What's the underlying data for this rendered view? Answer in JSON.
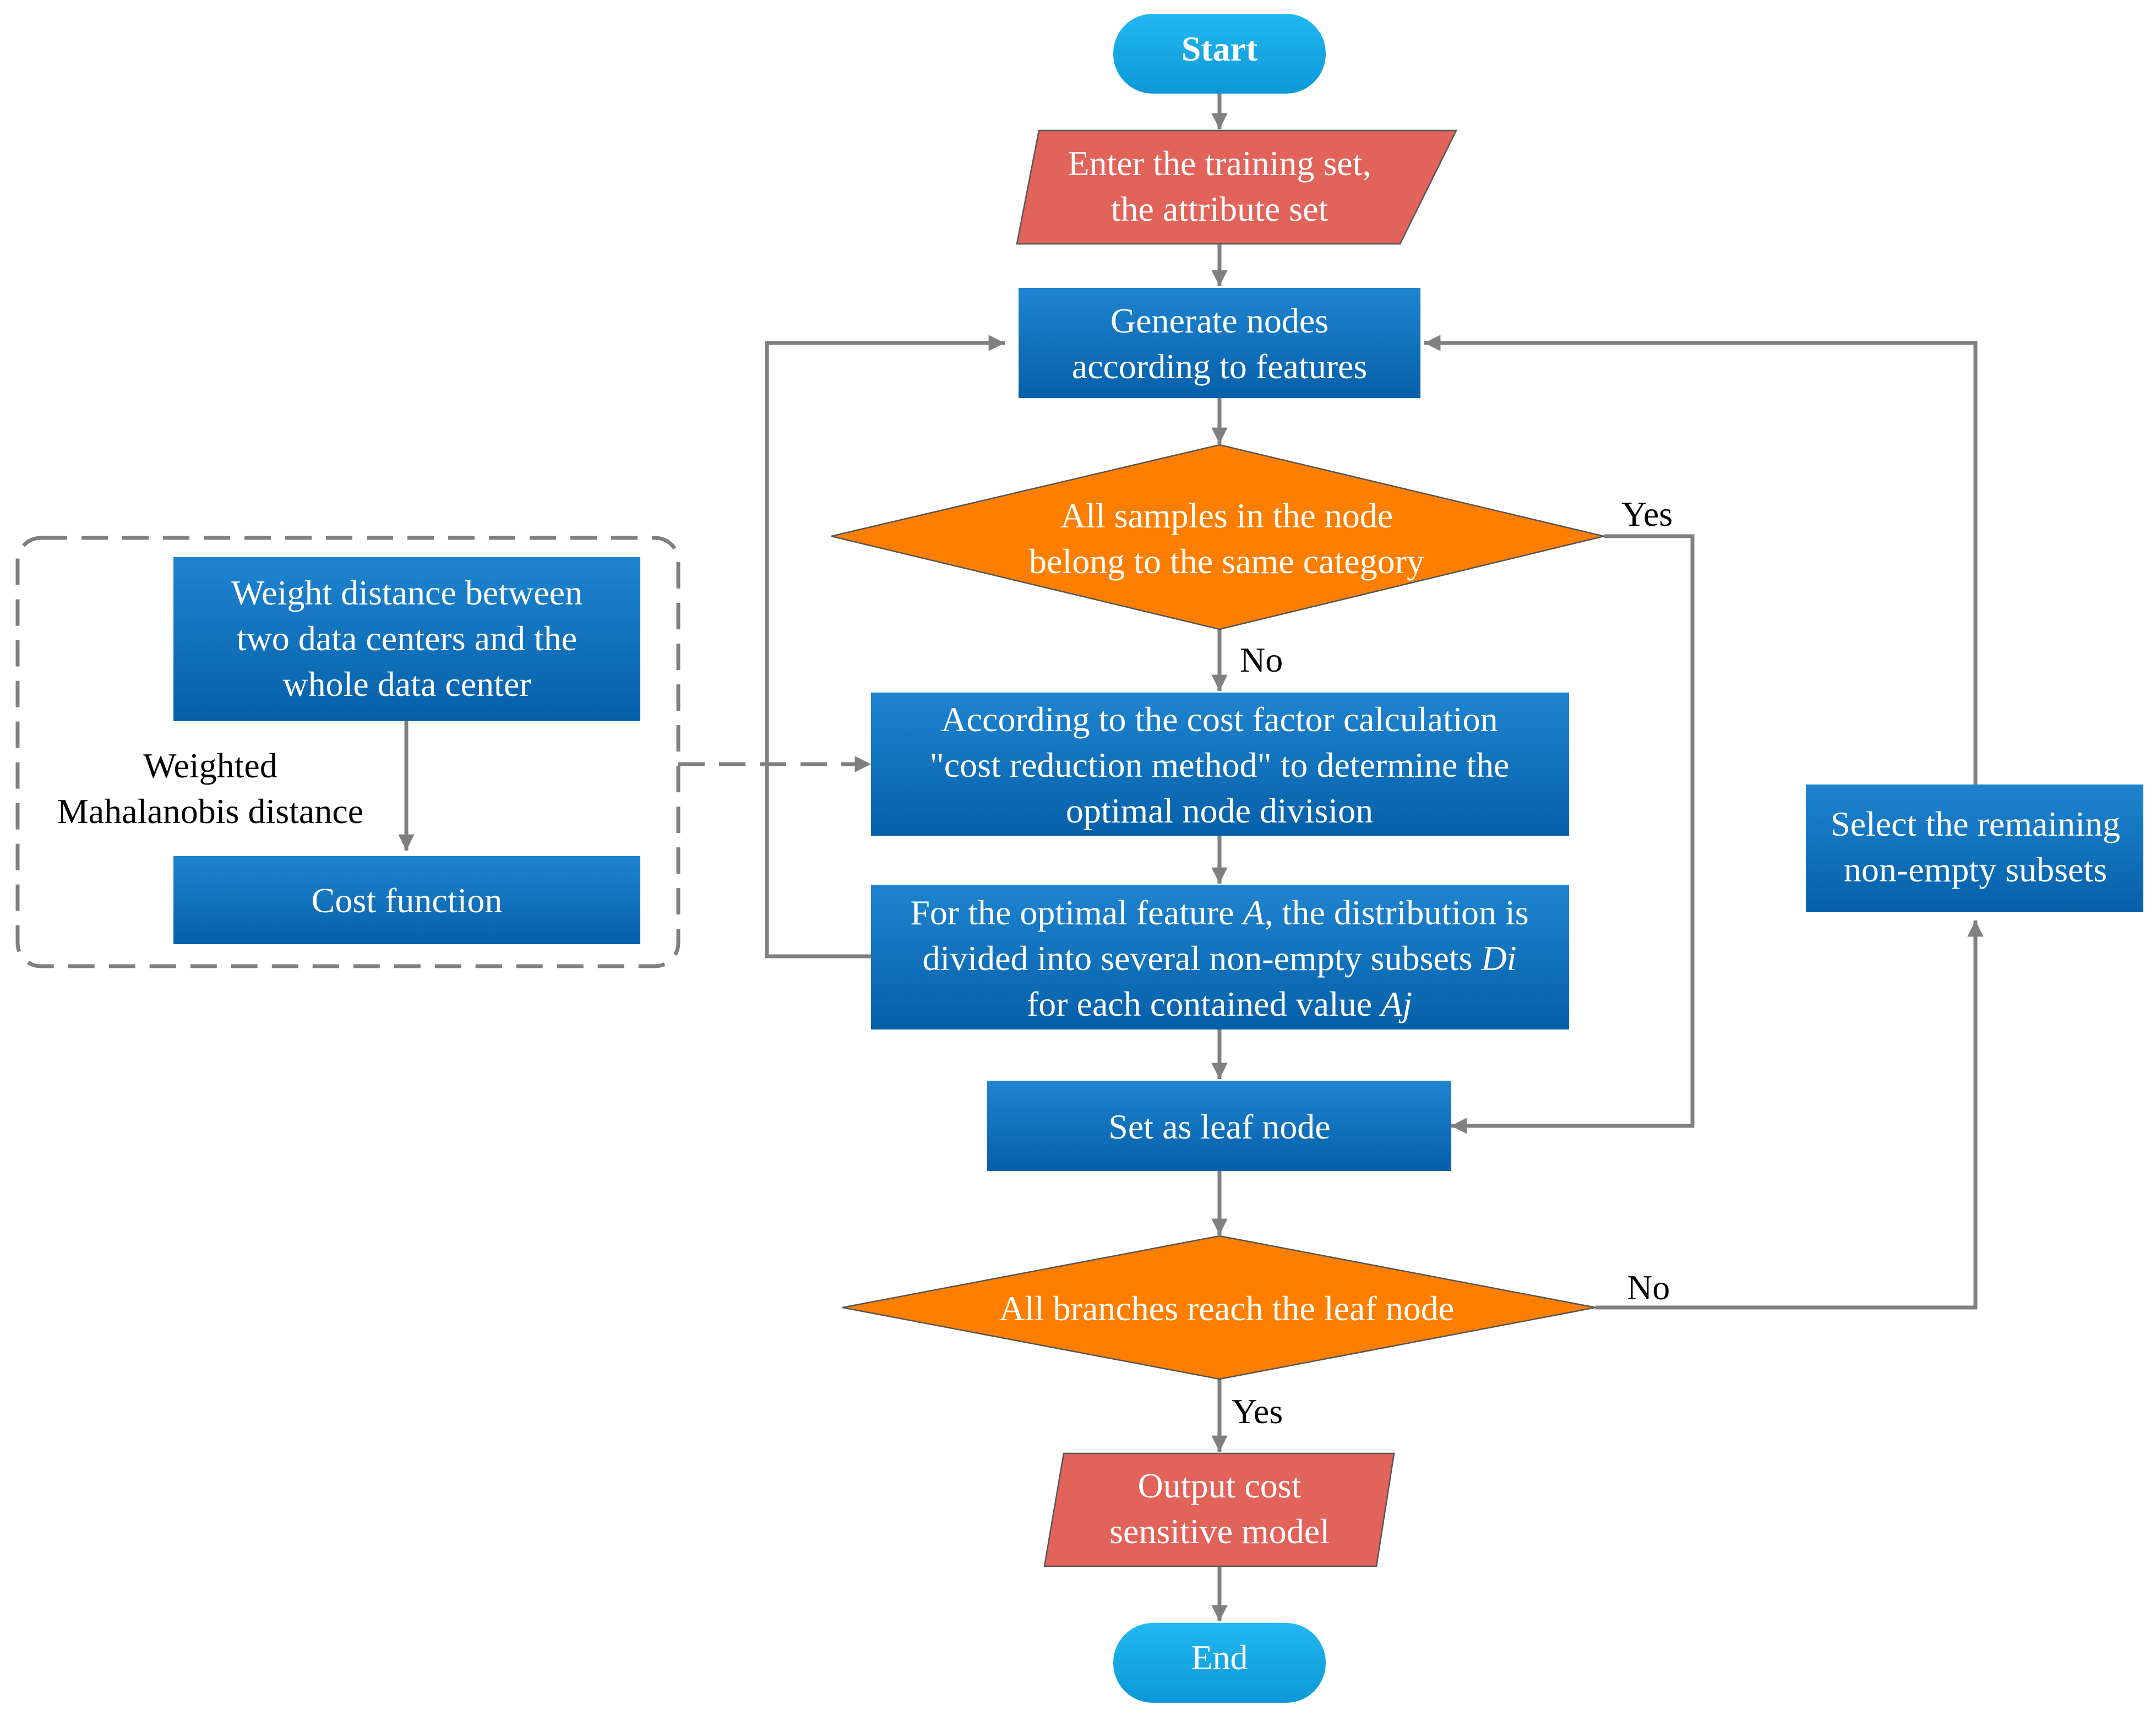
{
  "colors": {
    "terminal": "#1aa3e3",
    "io": "#e2635a",
    "process": "#0a6ab3",
    "decision": "#fe7f00",
    "connector": "#808080"
  },
  "nodes": {
    "start": "Start",
    "input": [
      "Enter the training set,",
      "the attribute set"
    ],
    "generate": [
      "Generate nodes",
      "according to features"
    ],
    "same_category": [
      "All samples in the node",
      "belong to the same category"
    ],
    "cost_reduction": [
      "According to the cost factor calculation",
      "\"cost reduction method\" to determine the",
      "optimal node division"
    ],
    "split": {
      "line1_pre": "For the optimal feature ",
      "line1_var": "A",
      "line1_post": ", the distribution is",
      "line2_pre": "divided into several non-empty subsets ",
      "line2_var": "Di",
      "line3_pre": "for each contained value ",
      "line3_var": "Aj"
    },
    "leaf": "Set as leaf node",
    "all_branches": "All branches reach the leaf node",
    "output": [
      "Output cost",
      "sensitive model"
    ],
    "end": "End",
    "remaining": [
      "Select the remaining",
      "non-empty subsets"
    ],
    "weight_distance": [
      "Weight distance between",
      "two data centers and the",
      "whole data center"
    ],
    "cost_function": "Cost function"
  },
  "edge_labels": {
    "yes_same_category": "Yes",
    "no_same_category": "No",
    "no_all_branches": "No",
    "yes_all_branches": "Yes",
    "weighted_mahalanobis": [
      "Weighted",
      "Mahalanobis distance"
    ]
  }
}
